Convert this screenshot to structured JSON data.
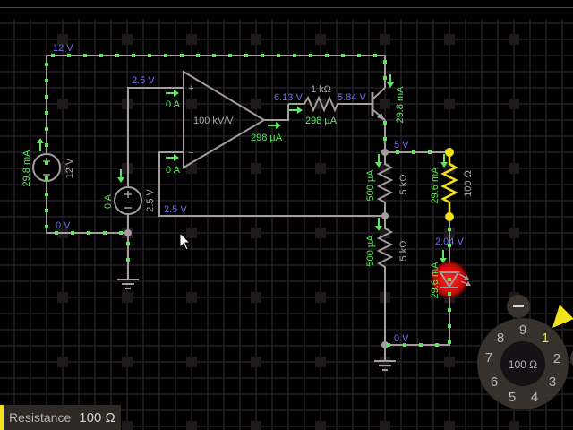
{
  "circuit": {
    "voltages": {
      "supply_rail": "12 V",
      "opamp_plus_input": "2.5 V",
      "ground_left": "0 V",
      "opamp_minus_input": "2.5 V",
      "opamp_output": "6.13 V",
      "transistor_base": "5.84 V",
      "emitter_node": "5 V",
      "led_anode": "2.04 V",
      "ground_right": "0 V"
    },
    "battery_main": {
      "voltage": "12 V",
      "current": "29.8 mA"
    },
    "battery_reference": {
      "voltage": "2.5 V",
      "current": "0 A"
    },
    "opamp": {
      "gain": "100 kV/V",
      "plus_symbol": "+",
      "minus_symbol": "−",
      "plus_input_current": "0 A",
      "minus_input_current": "0 A",
      "output_current": "298 µA"
    },
    "resistor_base": {
      "resistance": "1 kΩ",
      "current": "298 µA"
    },
    "transistor": {
      "collector_current": "29.8 mA"
    },
    "resistor_divider_top": {
      "resistance": "5 kΩ",
      "current": "500 µA"
    },
    "resistor_divider_bottom": {
      "resistance": "5 kΩ",
      "current": "500 µA"
    },
    "resistor_load": {
      "resistance": "100 Ω",
      "current": "29.6 mA",
      "selected": true
    },
    "led": {
      "current": "29.6 mA"
    }
  },
  "dial": {
    "value": "100 Ω",
    "digits": [
      "1",
      "2",
      "3",
      "4",
      "5",
      "6",
      "7",
      "8",
      "9"
    ],
    "active_digit": "1"
  },
  "status_bar": {
    "label": "Resistance",
    "value": "100 Ω"
  },
  "colors": {
    "background": "#000000",
    "grid": "#251f25",
    "wire": "#a39e9c",
    "current": "#5ee65e",
    "voltage_label": "#7272ee",
    "selection": "#f2e21a",
    "led": "#e01010",
    "dial": "#3a342d"
  }
}
